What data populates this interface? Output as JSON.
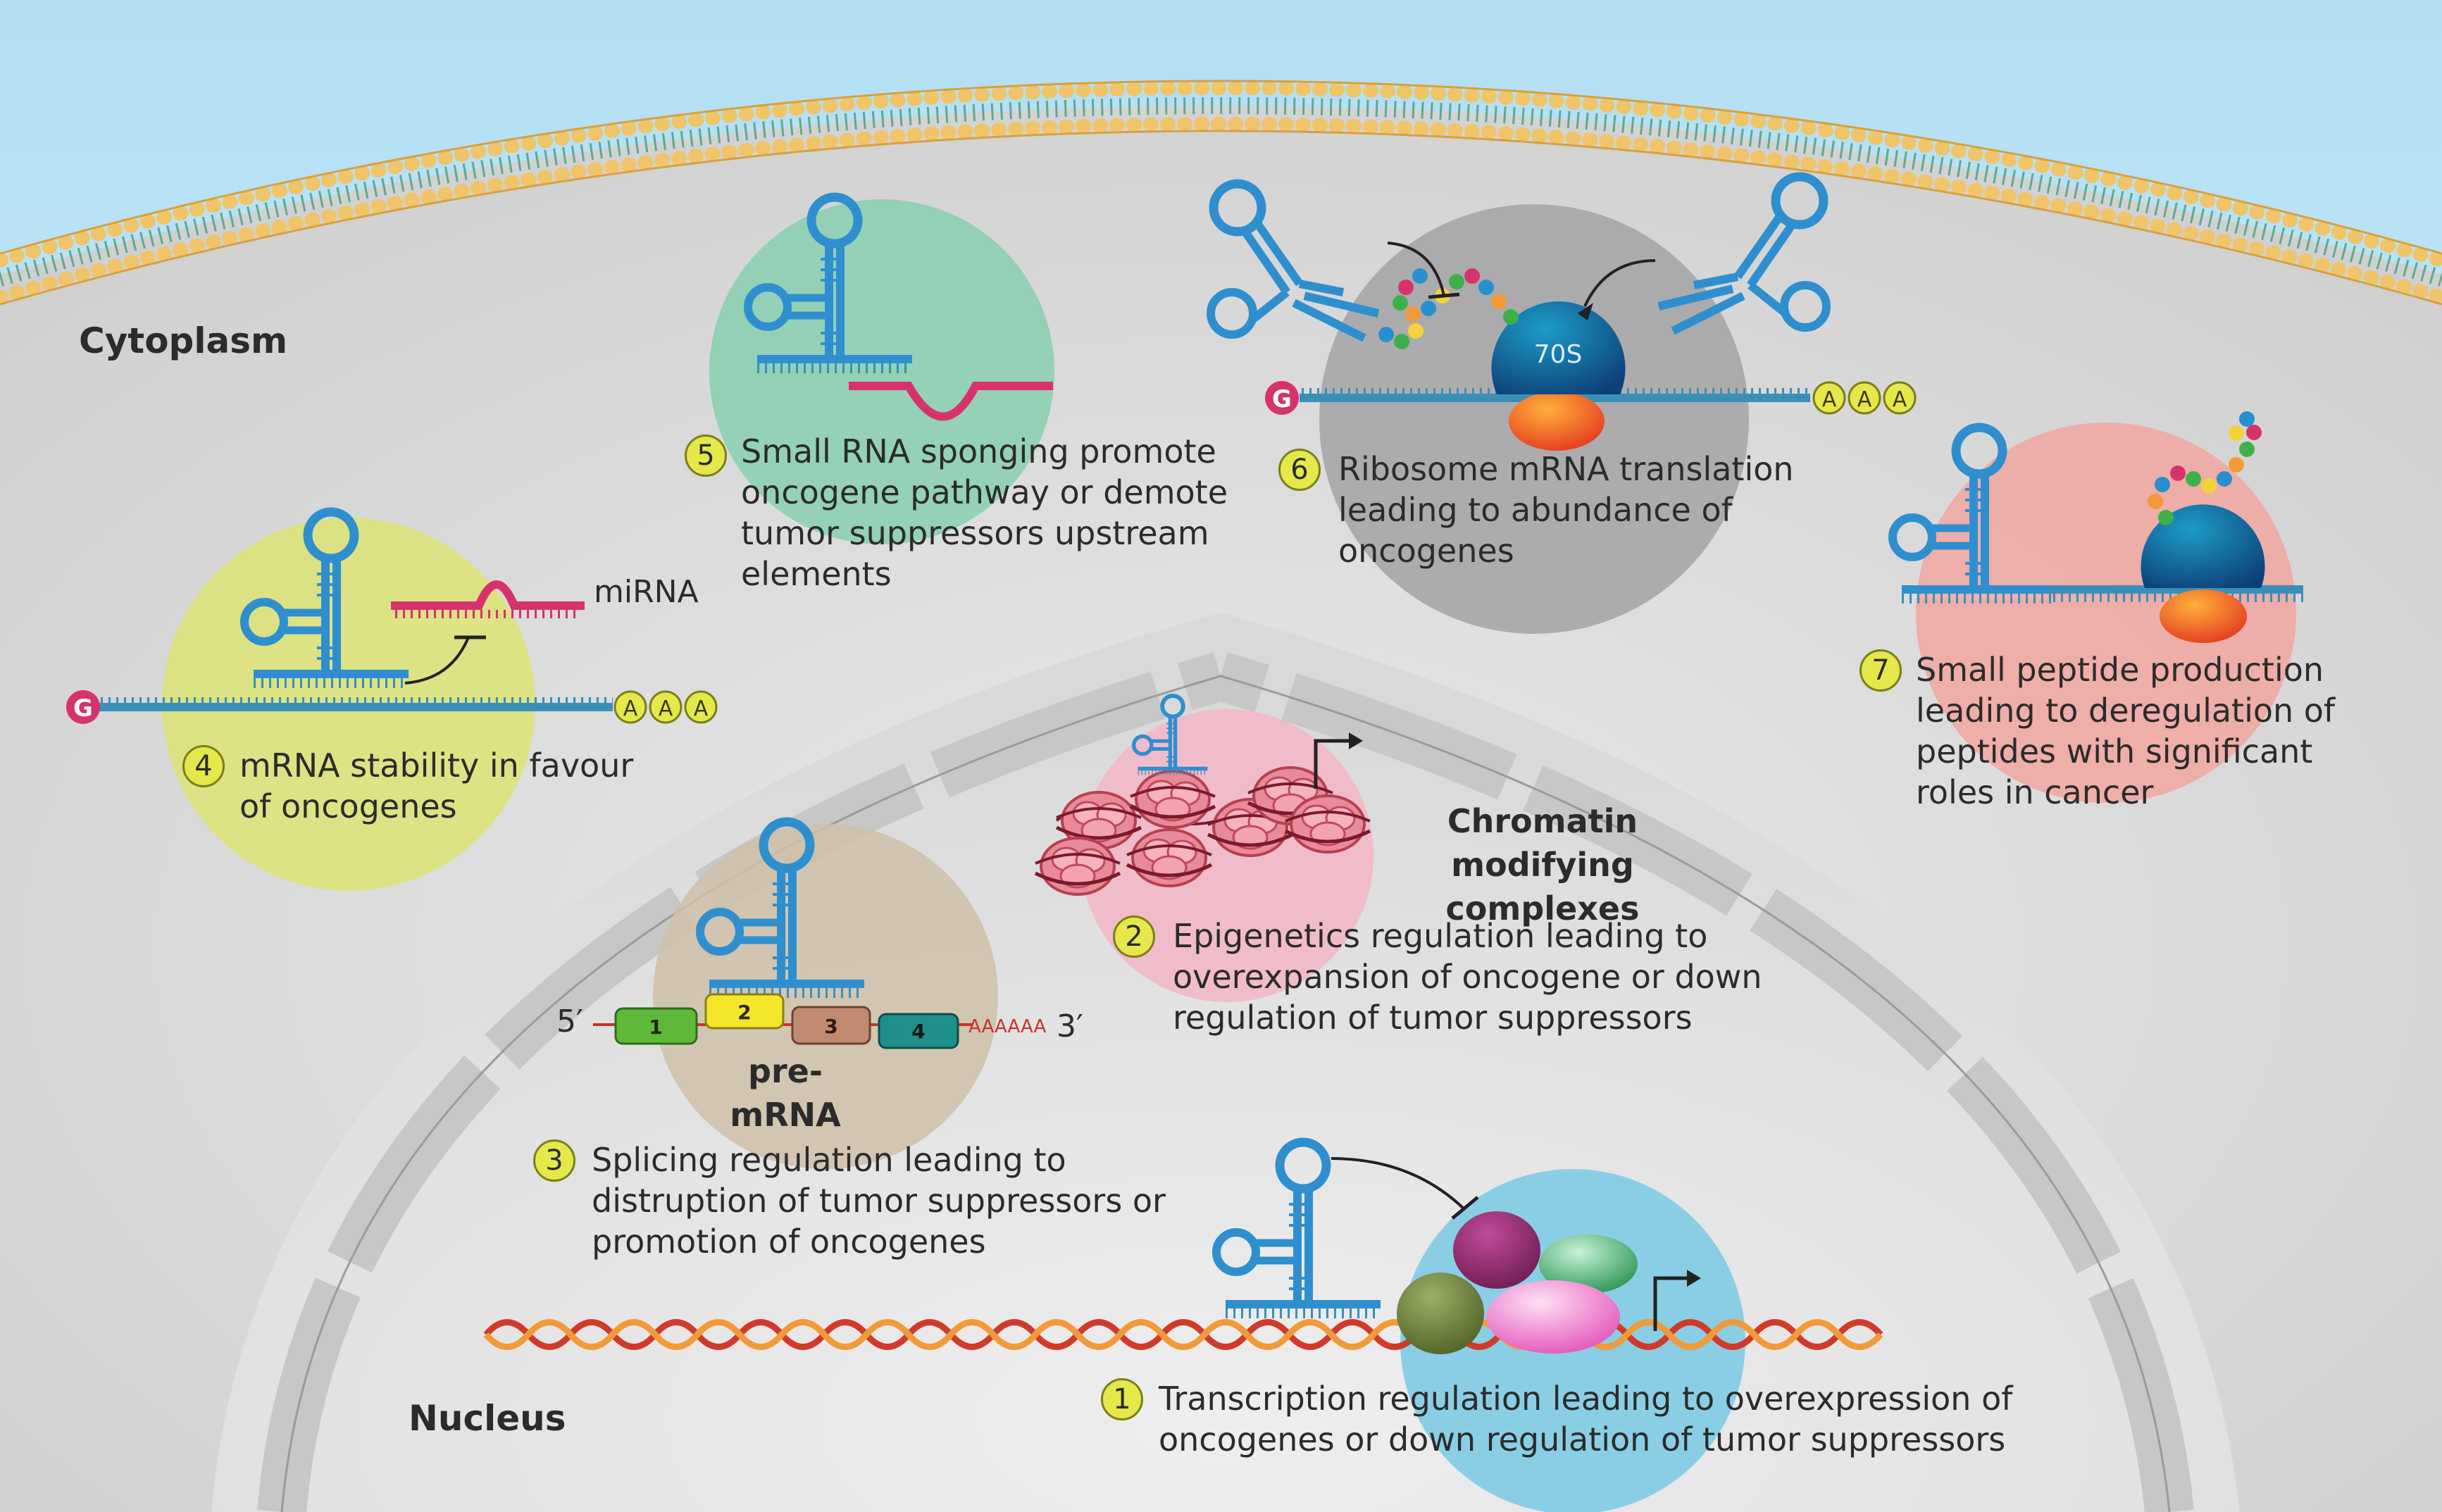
{
  "regions": {
    "cytoplasm": "Cytoplasm",
    "nucleus": "Nucleus"
  },
  "mechanisms": [
    {
      "num": "1",
      "text": "Transcription regulation leading to overexpression of\noncogenes or down regulation of tumor suppressors"
    },
    {
      "num": "2",
      "text": "Epigenetics regulation leading to\noverexpansion of oncogene or down\nregulation of tumor suppressors"
    },
    {
      "num": "3",
      "text": "Splicing regulation leading to\ndistruption of tumor suppressors or\npromotion of oncogenes"
    },
    {
      "num": "4",
      "text": "mRNA stability in favour\nof oncogenes"
    },
    {
      "num": "5",
      "text": "Small RNA sponging promote\noncogene pathway or demote\ntumor suppressors upstream\nelements"
    },
    {
      "num": "6",
      "text": "Ribosome mRNA translation\nleading to abundance of\noncogenes"
    },
    {
      "num": "7",
      "text": "Small peptide production\nleading to deregulation of\npeptides with significant\nroles in cancer"
    }
  ],
  "labels": {
    "mirna": "miRNA",
    "ribosome": "70S",
    "chromatin": "Chromatin modifying\ncomplexes",
    "pre_mrna": "pre-mRNA",
    "five_prime": "5′",
    "three_prime": "3′",
    "poly_a": "AAAAAA",
    "exons": [
      "1",
      "2",
      "3",
      "4"
    ],
    "cap": "G",
    "tail": [
      "A",
      "A",
      "A"
    ]
  },
  "colors": {
    "cell_interior": "#d8d8d8",
    "extracellular": "#bfe4f6",
    "lncrna": "#2f8fce",
    "mrna_strand": "#3a8fb8",
    "mirna": "#d6336c",
    "number_badge": "#e4e84a",
    "circle_4": "#dde27a",
    "circle_5": "#8ccfb2",
    "circle_6": "#a3a3a6",
    "circle_7": "#f0a9a3",
    "circle_2": "#f3b8c6",
    "circle_3": "#cfc0a8",
    "circle_1": "#7fcbe4"
  }
}
